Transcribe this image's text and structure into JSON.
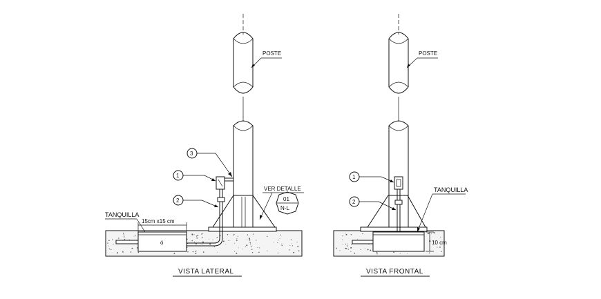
{
  "left_view": {
    "title": "VISTA LATERAL",
    "label_poste": "POSTE",
    "label_tanquilla": "TANQUILLA",
    "label_dimension": "15cm x15 cm",
    "label_ver_detalle": "VER DETALLE",
    "detail_top": "01",
    "detail_bottom": "N-L",
    "callout_1": "1",
    "callout_2": "2",
    "callout_3": "3"
  },
  "right_view": {
    "title": "VISTA FRONTAL",
    "label_poste": "POSTE",
    "label_tanquilla": "TANQUILLA",
    "label_depth": "10 cm",
    "callout_1": "1",
    "callout_2": "2"
  }
}
